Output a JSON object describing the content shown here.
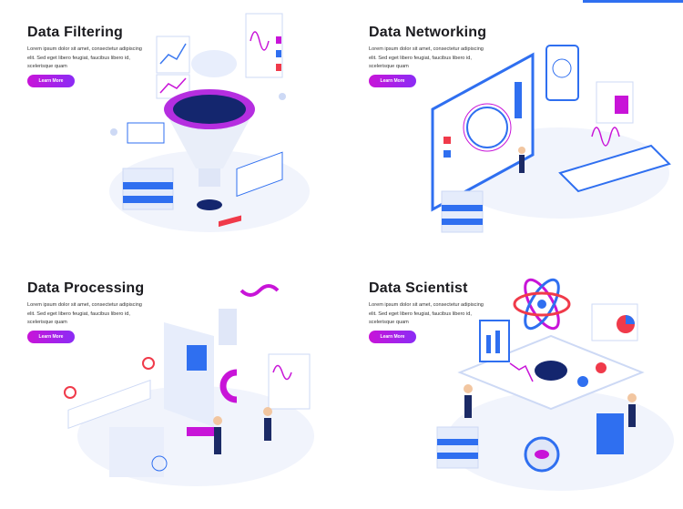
{
  "cards": [
    {
      "title": "Data Filtering",
      "desc": "Lorem ipsum dolor sit amet, consectetur adipiscing elit. Sed eget libero feugiat, faucibus libero id, scelerisque quam",
      "button": "Learn More"
    },
    {
      "title": "Data Networking",
      "desc": "Lorem ipsum dolor sit amet, consectetur adipiscing elit. Sed eget libero feugiat, faucibus libero id, scelerisque quam",
      "button": "Learn More"
    },
    {
      "title": "Data Processing",
      "desc": "Lorem ipsum dolor sit amet, consectetur adipiscing elit. Sed eget libero feugiat, faucibus libero id, scelerisque quam",
      "button": "Learn More"
    },
    {
      "title": "Data Scientist",
      "desc": "Lorem ipsum dolor sit amet, consectetur adipiscing elit. Sed eget libero feugiat, faucibus libero id, scelerisque quam",
      "button": "Learn More"
    }
  ],
  "colors": {
    "accent": "#c814d8",
    "blue": "#2f6ff0",
    "red": "#f03a4a"
  }
}
